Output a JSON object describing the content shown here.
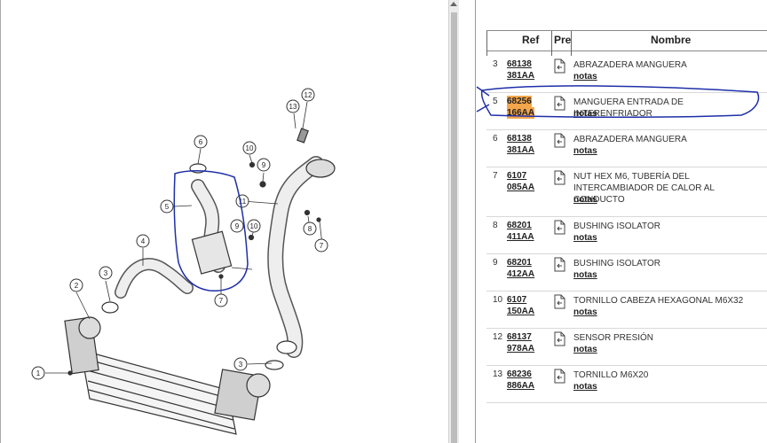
{
  "diagram": {
    "callouts": [
      "1",
      "2",
      "3",
      "3",
      "4",
      "5",
      "6",
      "7",
      "7",
      "8",
      "9",
      "9",
      "10",
      "10",
      "11",
      "12",
      "13"
    ]
  },
  "parts_table": {
    "headers": {
      "ref": "Ref",
      "pre": "Pre",
      "name": "Nombre"
    },
    "notes_label": "notas",
    "rows": [
      {
        "num": "3",
        "ref1": "68138",
        "ref2": "381AA",
        "name": "ABRAZADERA MANGUERA",
        "highlighted": false
      },
      {
        "num": "5",
        "ref1": "68256",
        "ref2": "166AA",
        "name": "MANGUERA ENTRADA DE INTERENFRIADOR",
        "highlighted": true
      },
      {
        "num": "6",
        "ref1": "68138",
        "ref2": "381AA",
        "name": "ABRAZADERA MANGUERA",
        "highlighted": false
      },
      {
        "num": "7",
        "ref1": "6107",
        "ref2": "085AA",
        "name": "NUT HEX M6, TUBERÍA DEL INTERCAMBIADOR DE CALOR AL CONDUCTO",
        "highlighted": false
      },
      {
        "num": "8",
        "ref1": "68201",
        "ref2": "411AA",
        "name": "BUSHING ISOLATOR",
        "highlighted": false
      },
      {
        "num": "9",
        "ref1": "68201",
        "ref2": "412AA",
        "name": "BUSHING ISOLATOR",
        "highlighted": false
      },
      {
        "num": "10",
        "ref1": "6107",
        "ref2": "150AA",
        "name": "TORNILLO CABEZA HEXAGONAL M6X32",
        "highlighted": false
      },
      {
        "num": "12",
        "ref1": "68137",
        "ref2": "978AA",
        "name": "SENSOR PRESIÓN",
        "highlighted": false
      },
      {
        "num": "13",
        "ref1": "68236",
        "ref2": "886AA",
        "name": "TORNILLO M6X20",
        "highlighted": false
      }
    ]
  },
  "colors": {
    "highlight": "#f4a64a",
    "annotation": "#1f2fa8"
  }
}
